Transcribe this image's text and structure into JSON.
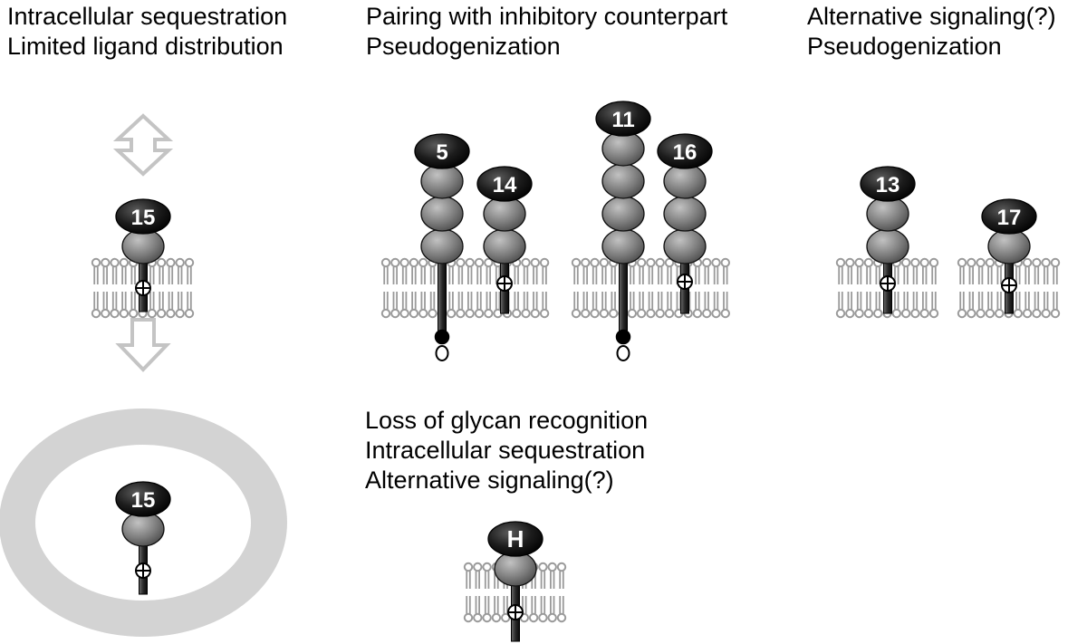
{
  "groups": {
    "sequestration": {
      "lines": [
        "Intracellular sequestration",
        "Limited ligand distribution"
      ]
    },
    "pairing": {
      "lines": [
        "Pairing with inhibitory counterpart",
        "Pseudogenization"
      ]
    },
    "alternative": {
      "lines": [
        "Alternative signaling(?)",
        "Pseudogenization"
      ]
    },
    "glycan": {
      "lines": [
        "Loss of glycan recognition",
        "Intracellular sequestration",
        "Alternative signaling(?)"
      ]
    }
  },
  "receptors": {
    "siglec15_surface": {
      "label": "15",
      "ig_c2_domains": 1,
      "charged_tm_residue": true
    },
    "siglec15_vesicle": {
      "label": "15",
      "ig_c2_domains": 1,
      "charged_tm_residue": true
    },
    "siglec5": {
      "label": "5",
      "ig_c2_domains": 3,
      "cytoplasmic_itim": true
    },
    "siglec14": {
      "label": "14",
      "ig_c2_domains": 2,
      "charged_tm_residue": true
    },
    "siglec11": {
      "label": "11",
      "ig_c2_domains": 4,
      "cytoplasmic_itim": true
    },
    "siglec16": {
      "label": "16",
      "ig_c2_domains": 3,
      "charged_tm_residue": true
    },
    "siglec13": {
      "label": "13",
      "ig_c2_domains": 2,
      "charged_tm_residue": true
    },
    "siglec17": {
      "label": "17",
      "ig_c2_domains": 1,
      "charged_tm_residue": true
    },
    "siglecH": {
      "label": "H",
      "ig_c2_domains": 1,
      "charged_tm_residue": true
    }
  },
  "colors": {
    "v_set_domain": "#141414",
    "ig_domain": "#7a7a7a",
    "membrane": "#9a9a9a",
    "arrow": "#c4c4c4",
    "vesicle": "#d3d3d3",
    "stalk": "#2a2a2a"
  }
}
